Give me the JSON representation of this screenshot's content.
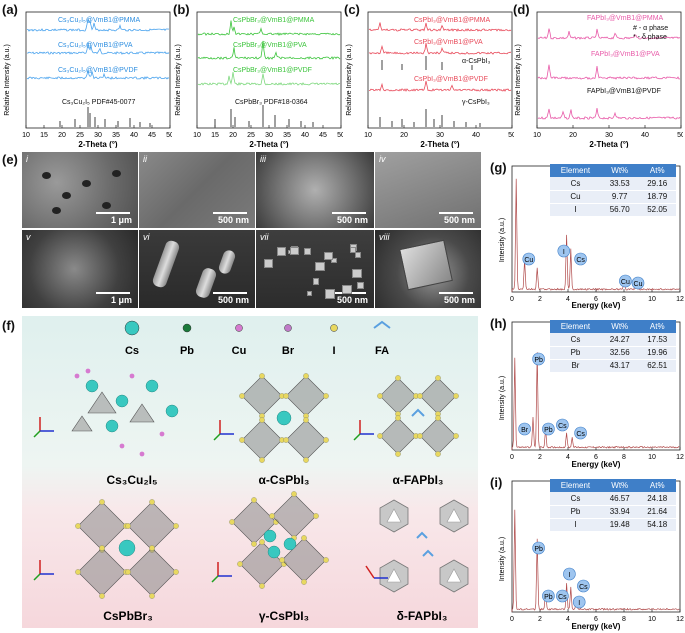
{
  "panels": {
    "a": {
      "label": "(a)",
      "ylabel": "Relative Intensity (a.u.)",
      "xlabel": "2-Theta (°)",
      "ticks": [
        "10",
        "15",
        "20",
        "25",
        "30",
        "35",
        "40",
        "45",
        "50"
      ],
      "legends": [
        "Cs₃Cu₂I₅@VmB1@PMMA",
        "Cs₃Cu₂I₅@VmB1@PVA",
        "Cs₃Cu₂I₅@VmB1@PVDF",
        "Cs₃Cu₂I₅ PDF#45-0077"
      ]
    },
    "b": {
      "label": "(b)",
      "ylabel": "Relative Intensity (a.u.)",
      "xlabel": "2-Theta (°)",
      "ticks": [
        "10",
        "15",
        "20",
        "25",
        "30",
        "35",
        "40",
        "45",
        "50"
      ],
      "legends": [
        "CsPbBr₃@VmB1@PMMA",
        "CsPbBr₃@VmB1@PVA",
        "CsPbBr₃@VmB1@PVDF",
        "CsPbBr₃ PDF#18-0364"
      ]
    },
    "c": {
      "label": "(c)",
      "ylabel": "Relative Intensity (a.u.)",
      "xlabel": "2-Theta (°)",
      "ticks": [
        "10",
        "20",
        "30",
        "40",
        "50"
      ],
      "legends": [
        "CsPbI₃@VmB1@PMMA",
        "CsPbI₃@VmB1@PVA",
        "α-CsPbI₃",
        "CsPbI₃@VmB1@PVDF",
        "γ-CsPbI₃"
      ]
    },
    "d": {
      "label": "(d)",
      "ylabel": "Relative Intensity (a.u.)",
      "xlabel": "2-Theta (°)",
      "ticks": [
        "10",
        "20",
        "30",
        "40",
        "50"
      ],
      "legends": [
        "FAPbI₃@VmB1@PMMA",
        "# - α phase",
        "* - δ phase",
        "FAPbI₃@VmB1@PVA",
        "FAPbI₃@VmB1@PVDF"
      ]
    },
    "e": {
      "label": "(e)",
      "images": [
        {
          "idx": "i",
          "scale": "1 μm"
        },
        {
          "idx": "ii",
          "scale": "500 nm"
        },
        {
          "idx": "iii",
          "scale": "500 nm"
        },
        {
          "idx": "iv",
          "scale": "500 nm"
        },
        {
          "idx": "v",
          "scale": "1 μm"
        },
        {
          "idx": "vi",
          "scale": "500 nm"
        },
        {
          "idx": "vii",
          "scale": "500 nm"
        },
        {
          "idx": "viii",
          "scale": "500 nm"
        }
      ]
    },
    "f": {
      "label": "(f)",
      "atoms": [
        "Cs",
        "Pb",
        "Cu",
        "Br",
        "I",
        "FA"
      ],
      "structures": [
        "Cs₃Cu₂I₅",
        "α-CsPbI₃",
        "α-FAPbI₃",
        "CsPbBr₃",
        "γ-CsPbI₃",
        "δ-FAPbI₃"
      ]
    },
    "g": {
      "label": "(g)",
      "ylabel": "Intensity (a.u.)",
      "xlabel": "Energy (keV)",
      "ticks": [
        "0",
        "2",
        "4",
        "6",
        "8",
        "10",
        "12"
      ],
      "headers": [
        "Element",
        "Wt%",
        "At%"
      ],
      "rows": [
        [
          "Cs",
          "33.53",
          "29.16"
        ],
        [
          "Cu",
          "9.77",
          "18.79"
        ],
        [
          "I",
          "56.70",
          "52.05"
        ]
      ],
      "peaks": [
        "Cu",
        "I",
        "Cs",
        "Cu",
        "Cu"
      ]
    },
    "h": {
      "label": "(h)",
      "ylabel": "Intensity (a.u.)",
      "xlabel": "Energy (keV)",
      "ticks": [
        "0",
        "2",
        "4",
        "6",
        "8",
        "10",
        "12"
      ],
      "headers": [
        "Element",
        "Wt%",
        "At%"
      ],
      "rows": [
        [
          "Cs",
          "24.27",
          "17.53"
        ],
        [
          "Pb",
          "32.56",
          "19.96"
        ],
        [
          "Br",
          "43.17",
          "62.51"
        ]
      ],
      "peaks": [
        "Pb",
        "Br",
        "Pb",
        "Cs",
        "Cs"
      ]
    },
    "i": {
      "label": "(i)",
      "ylabel": "Intensity (a.u.)",
      "xlabel": "Energy (keV)",
      "ticks": [
        "0",
        "2",
        "4",
        "6",
        "8",
        "10",
        "12"
      ],
      "headers": [
        "Element",
        "Wt%",
        "At%"
      ],
      "rows": [
        [
          "Cs",
          "46.57",
          "24.18"
        ],
        [
          "Pb",
          "33.94",
          "21.64"
        ],
        [
          "I",
          "19.48",
          "54.18"
        ]
      ],
      "peaks": [
        "Pb",
        "Pb",
        "Cs",
        "I",
        "Cs",
        "I"
      ]
    }
  },
  "colors": {
    "blue": "#2f8fe0",
    "green": "#3cc43c",
    "red": "#e84a5a",
    "pink": "#e85aa8",
    "cs_atom": "#38c8c0",
    "pb_atom": "#1a7a3a",
    "cu_atom": "#d67ad0",
    "br_atom": "#c07ac8",
    "i_atom": "#e8d860",
    "eds": "#b04a4a"
  }
}
